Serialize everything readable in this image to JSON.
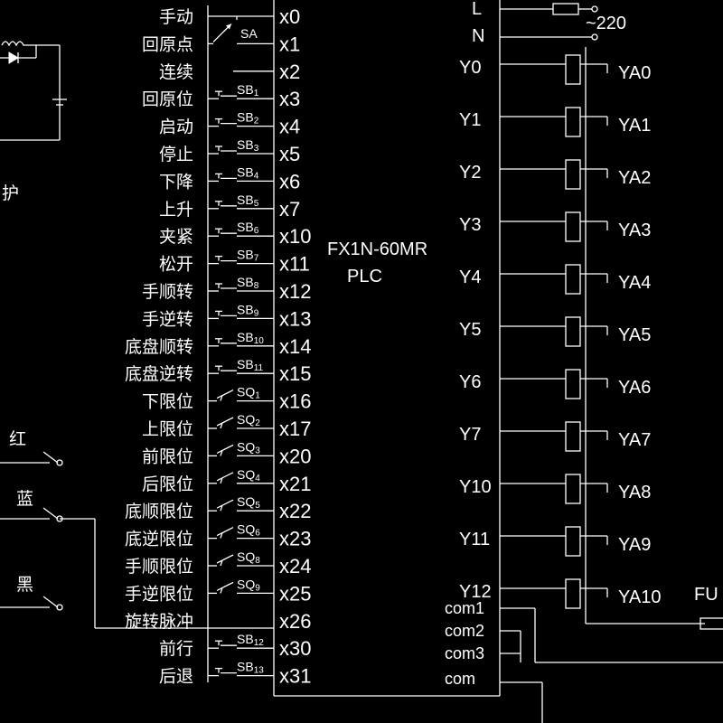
{
  "plc": {
    "model": "FX1N-60MR",
    "label": "PLC"
  },
  "power": {
    "l_label": "L",
    "n_label": "N",
    "voltage": "~220"
  },
  "fuse_label": "FU",
  "left_fragment": {
    "protect_char": "护",
    "wire_red": "红",
    "wire_blue": "蓝",
    "wire_black": "黑"
  },
  "inputs": [
    {
      "name": "手动",
      "x": "x0",
      "switch": "SA",
      "sw_sub": "",
      "kind": "selector"
    },
    {
      "name": "回原点",
      "x": "x1",
      "switch": "",
      "sw_sub": "",
      "kind": "selector"
    },
    {
      "name": "连续",
      "x": "x2",
      "switch": "",
      "sw_sub": "",
      "kind": "selector"
    },
    {
      "name": "回原位",
      "x": "x3",
      "switch": "SB",
      "sw_sub": "1",
      "kind": "push"
    },
    {
      "name": "启动",
      "x": "x4",
      "switch": "SB",
      "sw_sub": "2",
      "kind": "push"
    },
    {
      "name": "停止",
      "x": "x5",
      "switch": "SB",
      "sw_sub": "3",
      "kind": "push"
    },
    {
      "name": "下降",
      "x": "x6",
      "switch": "SB",
      "sw_sub": "4",
      "kind": "push"
    },
    {
      "name": "上升",
      "x": "x7",
      "switch": "SB",
      "sw_sub": "5",
      "kind": "push"
    },
    {
      "name": "夹紧",
      "x": "x10",
      "switch": "SB",
      "sw_sub": "6",
      "kind": "push"
    },
    {
      "name": "松开",
      "x": "x11",
      "switch": "SB",
      "sw_sub": "7",
      "kind": "push"
    },
    {
      "name": "手顺转",
      "x": "x12",
      "switch": "SB",
      "sw_sub": "8",
      "kind": "push"
    },
    {
      "name": "手逆转",
      "x": "x13",
      "switch": "SB",
      "sw_sub": "9",
      "kind": "push"
    },
    {
      "name": "底盘顺转",
      "x": "x14",
      "switch": "SB",
      "sw_sub": "10",
      "kind": "push"
    },
    {
      "name": "底盘逆转",
      "x": "x15",
      "switch": "SB",
      "sw_sub": "11",
      "kind": "push"
    },
    {
      "name": "下限位",
      "x": "x16",
      "switch": "SQ",
      "sw_sub": "1",
      "kind": "limit"
    },
    {
      "name": "上限位",
      "x": "x17",
      "switch": "SQ",
      "sw_sub": "2",
      "kind": "limit"
    },
    {
      "name": "前限位",
      "x": "x20",
      "switch": "SQ",
      "sw_sub": "3",
      "kind": "limit"
    },
    {
      "name": "后限位",
      "x": "x21",
      "switch": "SQ",
      "sw_sub": "4",
      "kind": "limit"
    },
    {
      "name": "底顺限位",
      "x": "x22",
      "switch": "SQ",
      "sw_sub": "5",
      "kind": "limit"
    },
    {
      "name": "底逆限位",
      "x": "x23",
      "switch": "SQ",
      "sw_sub": "6",
      "kind": "limit"
    },
    {
      "name": "手顺限位",
      "x": "x24",
      "switch": "SQ",
      "sw_sub": "8",
      "kind": "limit"
    },
    {
      "name": "手逆限位",
      "x": "x25",
      "switch": "SQ",
      "sw_sub": "9",
      "kind": "limit"
    },
    {
      "name": "旋转脉冲",
      "x": "x26",
      "switch": "",
      "sw_sub": "",
      "kind": "direct"
    },
    {
      "name": "前行",
      "x": "x30",
      "switch": "SB",
      "sw_sub": "12",
      "kind": "push"
    },
    {
      "name": "后退",
      "x": "x31",
      "switch": "SB",
      "sw_sub": "13",
      "kind": "push"
    }
  ],
  "outputs": [
    {
      "y": "Y0",
      "coil": "YA0"
    },
    {
      "y": "Y1",
      "coil": "YA1"
    },
    {
      "y": "Y2",
      "coil": "YA2"
    },
    {
      "y": "Y3",
      "coil": "YA3"
    },
    {
      "y": "Y4",
      "coil": "YA4"
    },
    {
      "y": "Y5",
      "coil": "YA5"
    },
    {
      "y": "Y6",
      "coil": "YA6"
    },
    {
      "y": "Y7",
      "coil": "YA7"
    },
    {
      "y": "Y10",
      "coil": "YA8"
    },
    {
      "y": "Y11",
      "coil": "YA9"
    },
    {
      "y": "Y12",
      "coil": "YA10"
    }
  ],
  "commons": [
    "com1",
    "com2",
    "com3",
    "com"
  ]
}
